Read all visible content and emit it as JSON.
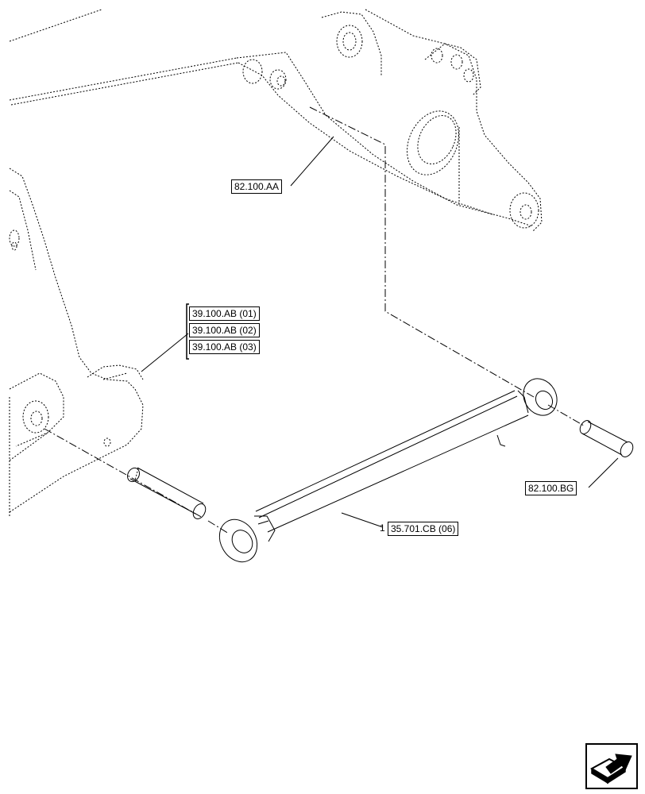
{
  "callouts": {
    "boom_ref": "82.100.AA",
    "frame_ref_1": "39.100.AB (01)",
    "frame_ref_2": "39.100.AB (02)",
    "frame_ref_3": "39.100.AB (03)",
    "pin_ref": "82.100.BG",
    "cylinder_ref": "35.701.CB (06)"
  },
  "item": {
    "number": "1"
  },
  "icons": {
    "nav": "next-page-arrow-icon"
  }
}
